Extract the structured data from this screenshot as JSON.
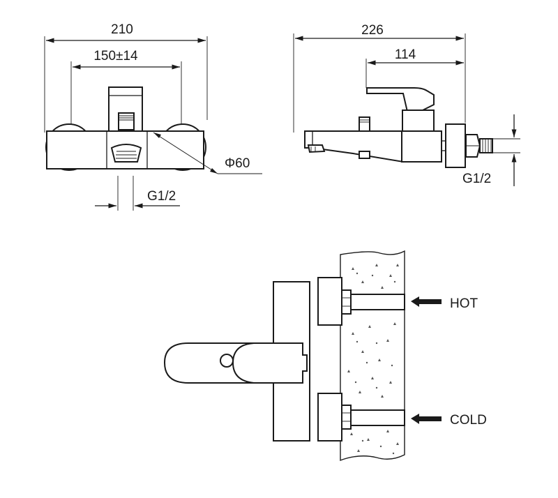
{
  "front_view": {
    "dim_total": "210",
    "dim_centers": "150±14",
    "dim_diameter": "Φ60",
    "dim_thread": "G1/2"
  },
  "side_view": {
    "dim_total": "226",
    "dim_handle": "114",
    "dim_thread": "G1/2"
  },
  "install_view": {
    "hot_label": "HOT",
    "cold_label": "COLD"
  }
}
